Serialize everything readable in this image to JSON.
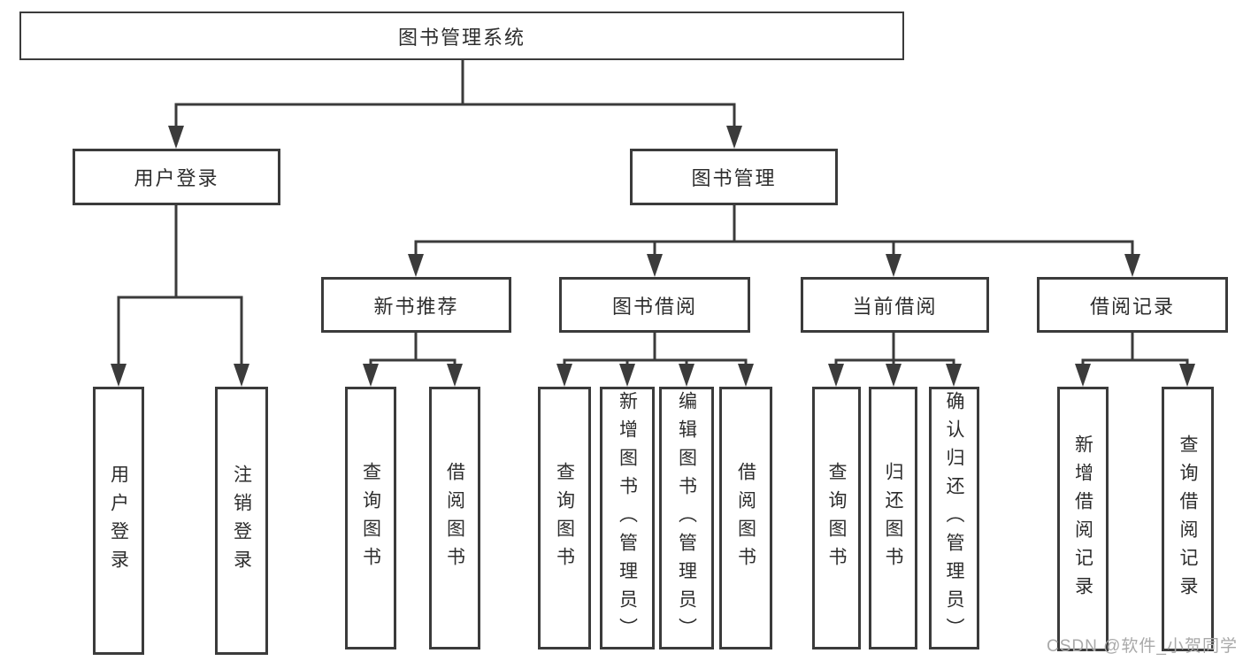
{
  "nodes": {
    "root": "图书管理系统",
    "user_login": "用户登录",
    "book_management": "图书管理",
    "new_book_recommend": "新书推荐",
    "book_borrow": "图书借阅",
    "current_borrow": "当前借阅",
    "borrow_records": "借阅记录",
    "leaf_user_login": "用户登录",
    "leaf_logout": "注销登录",
    "leaf_nbr_query_books": "查询图书",
    "leaf_nbr_borrow_books": "借阅图书",
    "leaf_bb_query_books": "查询图书",
    "leaf_bb_add_books": "新增图书（管理员）",
    "leaf_bb_edit_books": "编辑图书（管理员）",
    "leaf_bb_borrow_books": "借阅图书",
    "leaf_cb_query_books": "查询图书",
    "leaf_cb_return_books": "归还图书",
    "leaf_cb_confirm_return": "确认归还（管理员）",
    "leaf_br_add_record": "新增借阅记录",
    "leaf_br_query_record": "查询借阅记录"
  },
  "edges": [
    [
      "root",
      "user_login"
    ],
    [
      "root",
      "book_management"
    ],
    [
      "user_login",
      "leaf_user_login"
    ],
    [
      "user_login",
      "leaf_logout"
    ],
    [
      "book_management",
      "new_book_recommend"
    ],
    [
      "book_management",
      "book_borrow"
    ],
    [
      "book_management",
      "current_borrow"
    ],
    [
      "book_management",
      "borrow_records"
    ],
    [
      "new_book_recommend",
      "leaf_nbr_query_books"
    ],
    [
      "new_book_recommend",
      "leaf_nbr_borrow_books"
    ],
    [
      "book_borrow",
      "leaf_bb_query_books"
    ],
    [
      "book_borrow",
      "leaf_bb_add_books"
    ],
    [
      "book_borrow",
      "leaf_bb_edit_books"
    ],
    [
      "book_borrow",
      "leaf_bb_borrow_books"
    ],
    [
      "current_borrow",
      "leaf_cb_query_books"
    ],
    [
      "current_borrow",
      "leaf_cb_return_books"
    ],
    [
      "current_borrow",
      "leaf_cb_confirm_return"
    ],
    [
      "borrow_records",
      "leaf_br_add_record"
    ],
    [
      "borrow_records",
      "leaf_br_query_record"
    ]
  ],
  "watermark": "CSDN @软件_小贺同学",
  "colors": {
    "line": "#3b3b3b",
    "box_border": "#3b3b3b",
    "box_background": "#ffffff",
    "text": "#2d2d2d",
    "watermark_text": "#a9a9a9",
    "background": "#ffffff"
  }
}
